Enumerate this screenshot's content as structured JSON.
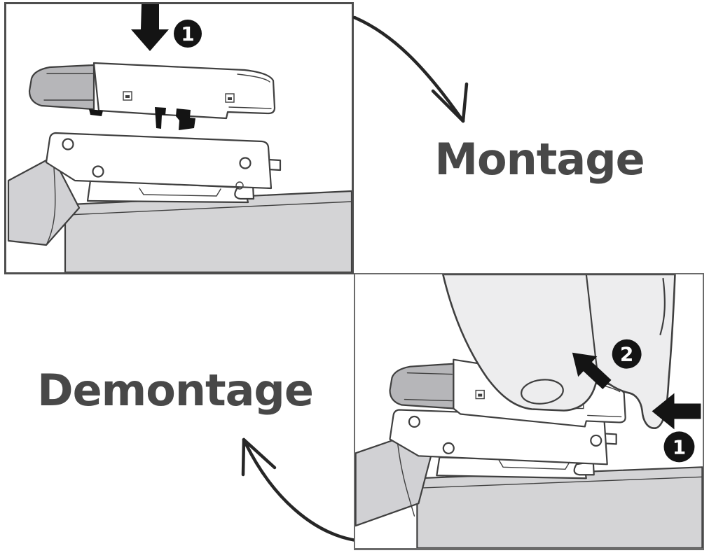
{
  "labels": {
    "montage": "Montage",
    "demontage": "Demontage"
  },
  "panels": {
    "montage": {
      "badge1": "1"
    },
    "demontage": {
      "badge1": "1",
      "badge2": "2"
    }
  },
  "icons": {
    "montage_flow": "curved-arrow-down-right",
    "demontage_flow": "curved-arrow-up-left",
    "montage_step1": "arrow-down",
    "demontage_step1": "arrow-left",
    "demontage_step2": "arrow-up-left"
  },
  "colors": {
    "label_text": "#484848",
    "black": "#141414",
    "outline": "#3f3f3f",
    "board_gray": "#d4d4d6",
    "door_gray": "#d1d1d4",
    "damper_tip_gray": "#b6b6b9",
    "hand_gray": "#ededee",
    "white": "#ffffff",
    "bevel_gray": "#bdbdbf"
  }
}
